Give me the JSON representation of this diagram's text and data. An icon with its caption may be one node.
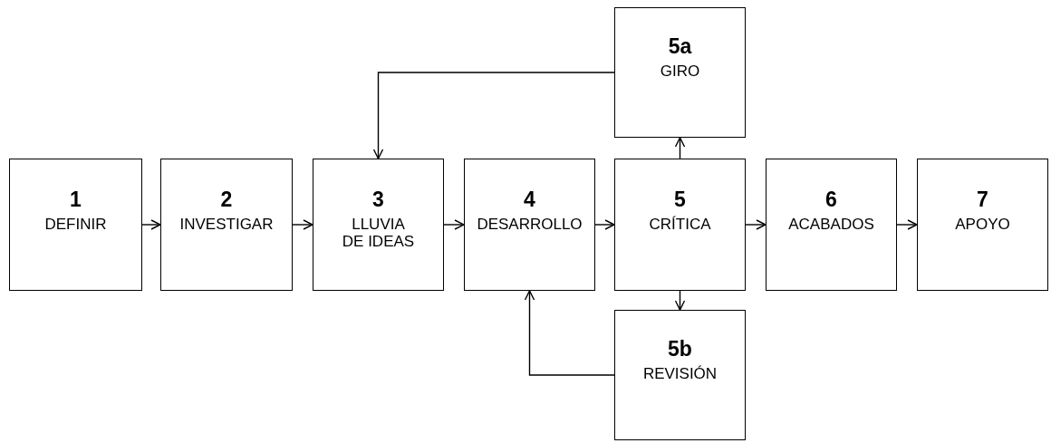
{
  "diagram": {
    "nodes": [
      {
        "text": [
          "1",
          "DEFINIR"
        ]
      },
      {
        "text": [
          "2",
          "INVESTIGAR"
        ]
      },
      {
        "text": [
          "3",
          "LLUVIA DE IDEAS"
        ]
      },
      {
        "text": [
          "4",
          "DESARROLLO"
        ]
      },
      {
        "text": [
          "5",
          "CRÍTICA"
        ]
      },
      {
        "text": [
          "6",
          "ACABADOS"
        ]
      },
      {
        "text": [
          "7",
          "APOYO"
        ]
      },
      {
        "text": [
          "5a",
          "GIRO"
        ]
      },
      {
        "text": [
          "5b",
          "REVISIÓN"
        ]
      }
    ],
    "edges": [
      {
        "from": 0,
        "to": 1,
        "arrow": "to"
      },
      {
        "from": 1,
        "to": 2,
        "arrow": "to"
      },
      {
        "from": 2,
        "to": 3,
        "arrow": "to"
      },
      {
        "from": 3,
        "to": 4,
        "arrow": "to"
      },
      {
        "from": 4,
        "to": 5,
        "arrow": "to"
      },
      {
        "from": 5,
        "to": 6,
        "arrow": "to"
      },
      {
        "from": 4,
        "to": 7,
        "arrow": "to"
      },
      {
        "from": 4,
        "to": 8,
        "arrow": "to"
      },
      {
        "from": 7,
        "to": 2,
        "arrow": "to"
      },
      {
        "from": 8,
        "to": 3,
        "arrow": "to"
      }
    ]
  }
}
